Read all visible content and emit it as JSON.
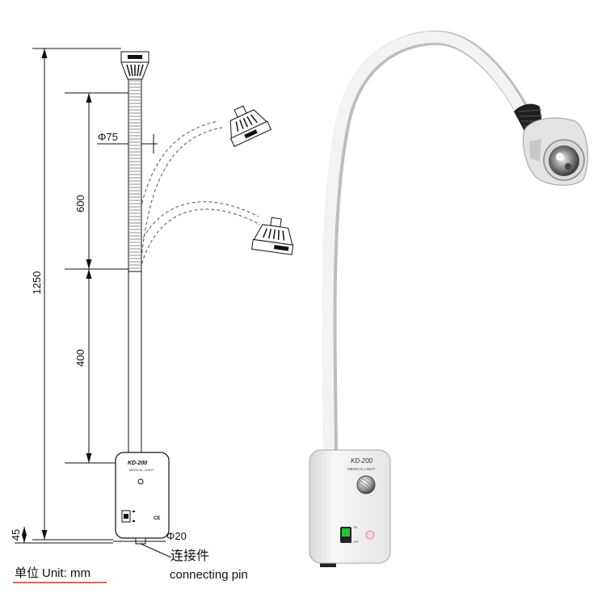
{
  "drawing": {
    "height_total": "1250",
    "height_base": "45",
    "height_upper": "600",
    "height_lower": "400",
    "head_diameter": "Φ75",
    "pin_diameter": "Φ20",
    "model_label": "KD-200",
    "brand_label": "MEDICAL LIGHT",
    "connector_cn": "连接件",
    "connector_en": "connecting pin",
    "unit_cn": "单位",
    "unit_en": "Unit:  mm"
  },
  "photo": {
    "model_label": "KD-200",
    "brand_label": "MEDICAL LIGHT",
    "switch_on": "ON",
    "switch_off": "OFF"
  },
  "colors": {
    "line": "#111111",
    "underline": "#d9351c",
    "switch_green": "#25c13a",
    "housing": "#f2f2f2"
  }
}
